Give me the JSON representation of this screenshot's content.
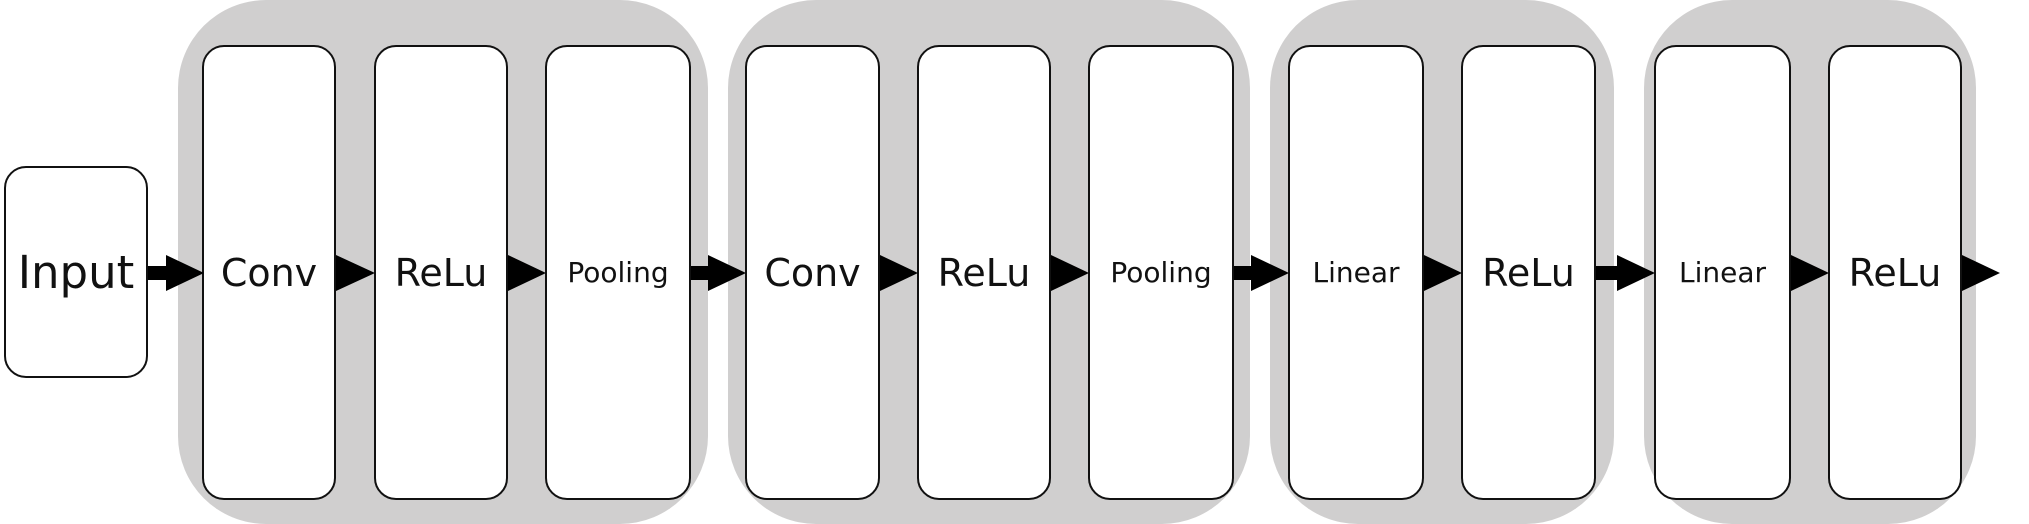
{
  "diagram": {
    "input_label": "Input",
    "stages": [
      {
        "layers": [
          "Conv",
          "ReLu",
          "Pooling"
        ]
      },
      {
        "layers": [
          "Conv",
          "ReLu",
          "Pooling"
        ]
      },
      {
        "layers": [
          "Linear",
          "ReLu"
        ]
      },
      {
        "layers": [
          "Linear",
          "ReLu"
        ]
      }
    ],
    "colors": {
      "group_background": "#d0cfcf",
      "box_fill": "#ffffff",
      "stroke": "#111111",
      "arrow": "#000000"
    }
  }
}
